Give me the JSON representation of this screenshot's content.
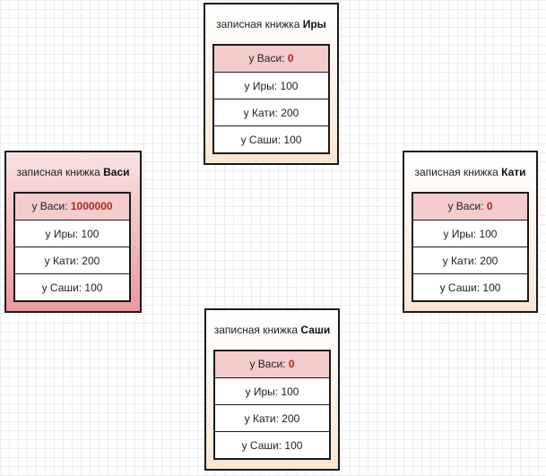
{
  "notebooks": {
    "ira": {
      "title_prefix": "записная книжка",
      "owner": "Иры",
      "entries": [
        {
          "label": "у Васи:",
          "value": "0"
        },
        {
          "label": "у Иры:",
          "value": "100"
        },
        {
          "label": "у Кати:",
          "value": "200"
        },
        {
          "label": "у Саши:",
          "value": "100"
        }
      ]
    },
    "vasya": {
      "title_prefix": "записная книжка",
      "owner": "Васи",
      "entries": [
        {
          "label": "у Васи:",
          "value": "1000000"
        },
        {
          "label": "у Иры:",
          "value": "100"
        },
        {
          "label": "у Кати:",
          "value": "200"
        },
        {
          "label": "у Саши:",
          "value": "100"
        }
      ]
    },
    "katya": {
      "title_prefix": "записная книжка",
      "owner": "Кати",
      "entries": [
        {
          "label": "у Васи:",
          "value": "0"
        },
        {
          "label": "у Иры:",
          "value": "100"
        },
        {
          "label": "у Кати:",
          "value": "200"
        },
        {
          "label": "у Саши:",
          "value": "100"
        }
      ]
    },
    "sasha": {
      "title_prefix": "записная книжка",
      "owner": "Саши",
      "entries": [
        {
          "label": "у Васи:",
          "value": "0"
        },
        {
          "label": "у Иры:",
          "value": "100"
        },
        {
          "label": "у Кати:",
          "value": "200"
        },
        {
          "label": "у Саши:",
          "value": "100"
        }
      ]
    }
  },
  "colors": {
    "highlight_row": "#f4cccc",
    "highlight_value": "#b3261e",
    "owner_box_gradient_end": "#ea9a9d",
    "peer_box_gradient_end": "#fbe6d3"
  }
}
